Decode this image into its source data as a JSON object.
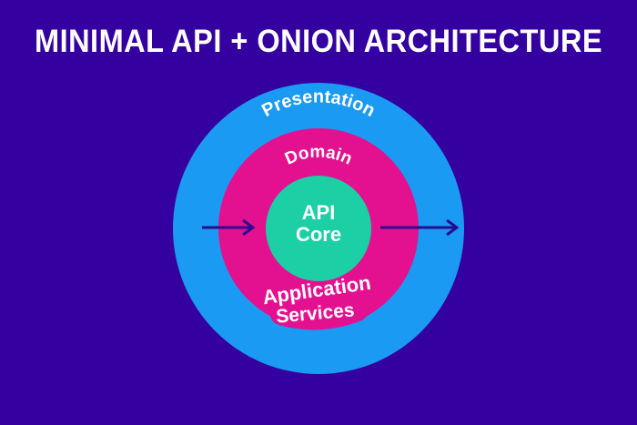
{
  "title": "MINIMAL API + ONION ARCHITECTURE",
  "layers": {
    "outer": {
      "label": "Presentation",
      "color": "#1a9af2"
    },
    "middle": {
      "label": "Domain",
      "color": "#e3118f"
    },
    "bottom": {
      "line1": "Application",
      "line2": "Services"
    },
    "core": {
      "line1": "API",
      "line2": "Core",
      "color": "#1ccfa5"
    }
  },
  "colors": {
    "background": "#3500a0",
    "arrow": "#2a0a8f",
    "text": "#ffffff"
  },
  "arrows": [
    "arrow-right-icon",
    "arrow-right-icon"
  ]
}
